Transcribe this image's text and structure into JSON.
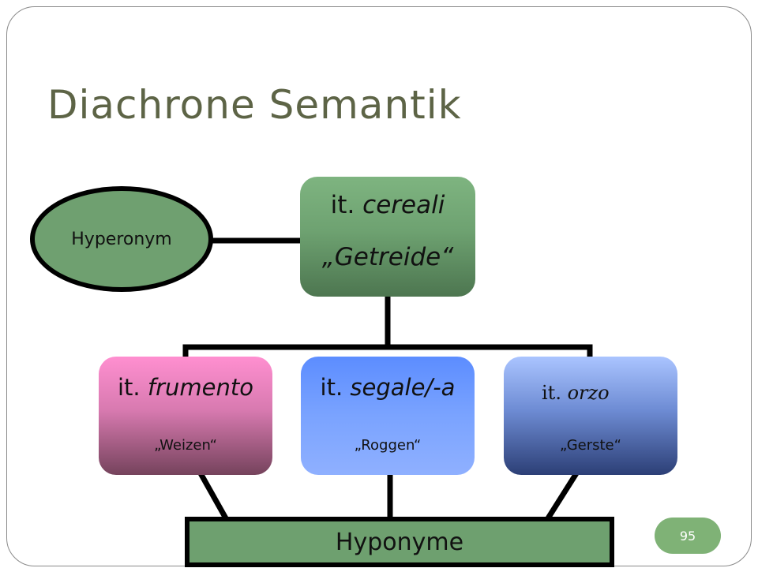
{
  "slide": {
    "title": "Diachrone Semantik",
    "page_number": "95"
  },
  "diagram": {
    "hyperonym_label": "Hyperonym",
    "hyponyme_label": "Hyponyme",
    "root": {
      "prefix": "it.",
      "term": "cereali",
      "gloss": "„Getreide“"
    },
    "children": [
      {
        "prefix": "it.",
        "term": "frumento",
        "gloss": "„Weizen“",
        "color": "#ff8fd0"
      },
      {
        "prefix": "it.",
        "term": "segale/-a",
        "gloss": "„Roggen“",
        "color": "#5c8dff"
      },
      {
        "prefix": "it.",
        "term": "orzo",
        "gloss": "„Gerste“",
        "color": "#aac4ff"
      }
    ],
    "colors": {
      "node_green": "#6ea271",
      "title": "#5d6446",
      "badge": "#7fb276"
    }
  }
}
